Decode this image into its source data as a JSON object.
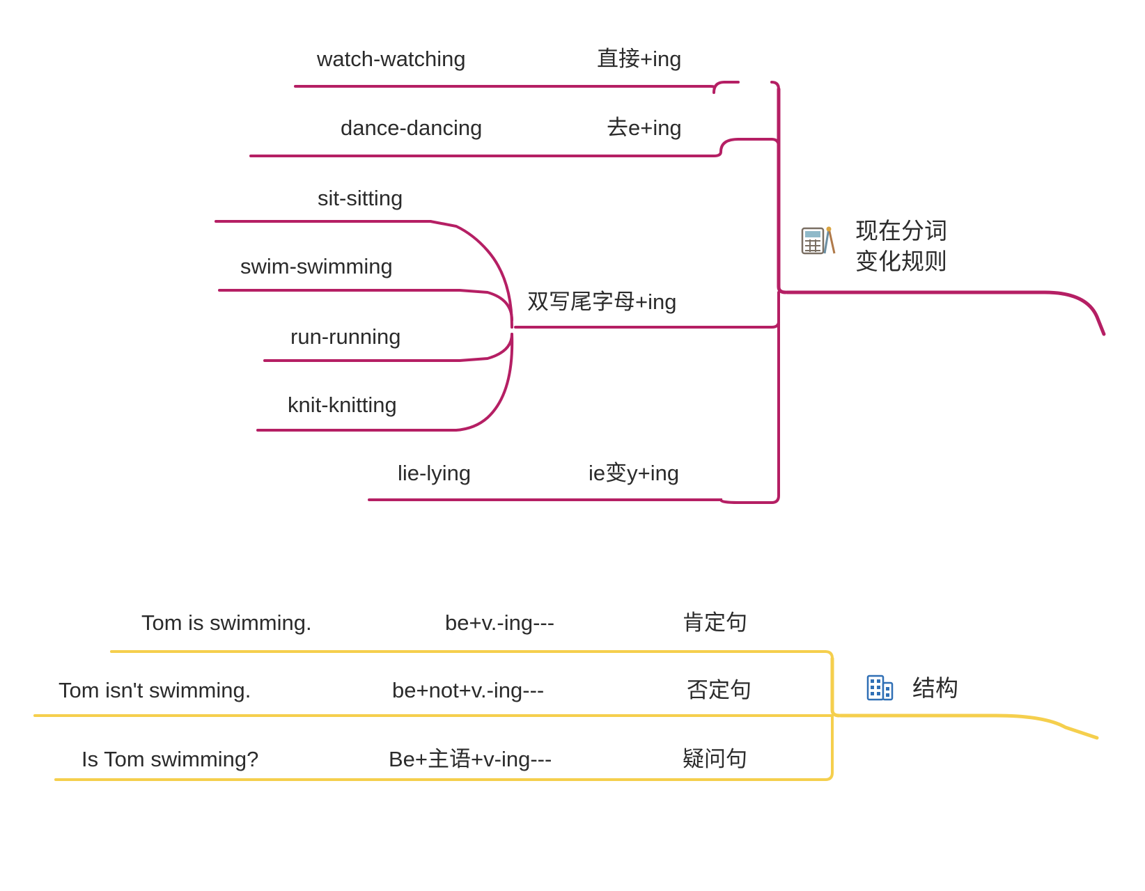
{
  "diagram": {
    "title": "现在分词变化规则与结构思维导图",
    "colors": {
      "branch_pink": "#b51f64",
      "branch_yellow": "#f5cf4d",
      "text": "#2b2b2b"
    },
    "topic_participle": {
      "root_line1": "现在分词",
      "root_line2": "变化规则",
      "icon": "abacus-icon",
      "groups": [
        {
          "rule": "直接+ing",
          "examples": [
            "watch-watching"
          ]
        },
        {
          "rule": "去e+ing",
          "examples": [
            "dance-dancing"
          ]
        },
        {
          "rule": "双写尾字母+ing",
          "examples": [
            "sit-sitting",
            "swim-swimming",
            "run-running",
            "knit-knitting"
          ]
        },
        {
          "rule": "ie变y+ing",
          "examples": [
            "lie-lying"
          ]
        }
      ]
    },
    "topic_structure": {
      "root": "结构",
      "icon": "building-icon",
      "rows": [
        {
          "sentence": "Tom is swimming.",
          "formula": "be+v.-ing---",
          "type": "肯定句"
        },
        {
          "sentence": "Tom isn't swimming.",
          "formula": "be+not+v.-ing---",
          "type": "否定句"
        },
        {
          "sentence": "Is Tom swimming?",
          "formula": "Be+主语+v-ing---",
          "type": "疑问句"
        }
      ]
    }
  }
}
